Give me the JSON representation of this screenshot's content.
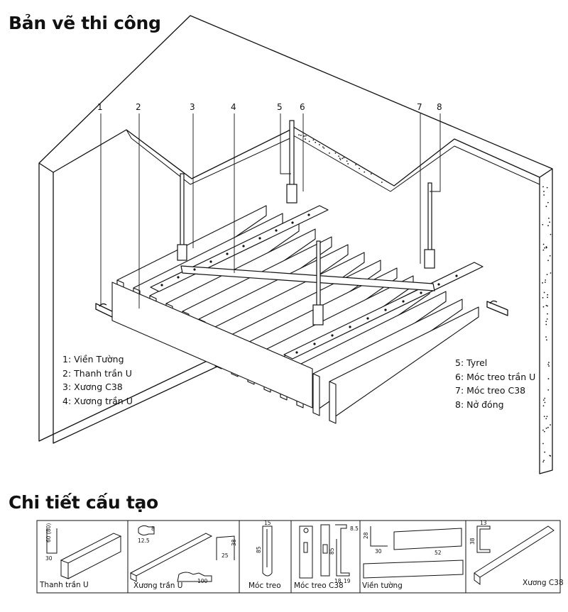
{
  "titles": {
    "main": "Bản vẽ thi công",
    "detail": "Chi tiết cấu tạo"
  },
  "callouts": [
    "1",
    "2",
    "3",
    "4",
    "5",
    "6",
    "7",
    "8"
  ],
  "legend_left": [
    "1: Viền Tường",
    "2: Thanh trần U",
    "3: Xương C38",
    "4: Xương trần U"
  ],
  "legend_right": [
    "5: Tyrel",
    "6: Móc treo trần U",
    "7: Móc treo C38",
    "8: Nở đóng"
  ],
  "panels": [
    {
      "label": "Thanh trần U",
      "dims": [
        "30",
        "60 (80)"
      ]
    },
    {
      "label": "Xương trần U",
      "dims": [
        "12.5",
        "8",
        "25",
        "38",
        "100"
      ]
    },
    {
      "label": "Móc treo",
      "dims": [
        "15",
        "85"
      ]
    },
    {
      "label": "Móc treo C38",
      "dims": [
        "8.5",
        "85",
        "18",
        "19"
      ]
    },
    {
      "label": "Viền tường",
      "dims": [
        "28",
        "30",
        "52"
      ]
    },
    {
      "label": "Xương C38",
      "dims": [
        "13",
        "38"
      ]
    }
  ]
}
